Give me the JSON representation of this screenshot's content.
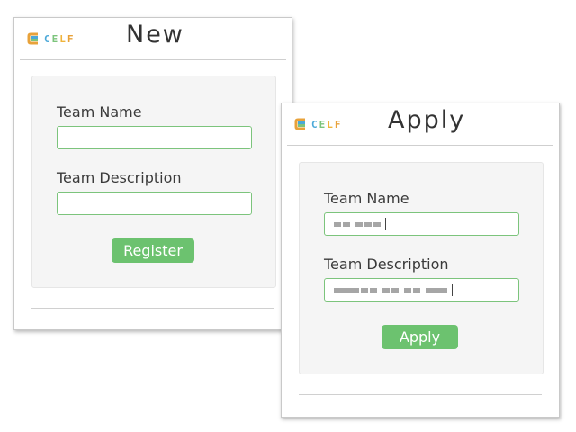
{
  "colors": {
    "accent_green": "#6cc26f",
    "field_border": "#7cc47c",
    "logo_c": "#e8a23a",
    "logo_e": "#4aa8d8",
    "logo_l": "#7cc47c",
    "logo_f": "#f0b43a"
  },
  "logo": {
    "mark_icon": "celf-logo-mark",
    "text": "CELF"
  },
  "new_panel": {
    "title": "New",
    "team_name_label": "Team Name",
    "team_description_label": "Team Description",
    "team_name_value": "",
    "team_description_value": "",
    "button_label": "Register"
  },
  "apply_panel": {
    "title": "Apply",
    "team_name_label": "Team Name",
    "team_description_label": "Team Description",
    "button_label": "Apply"
  }
}
